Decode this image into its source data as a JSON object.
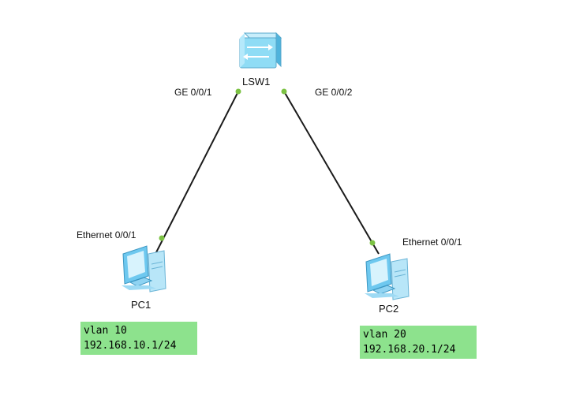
{
  "colors": {
    "link": "#1a1a1a",
    "port_dot": "#7cc243",
    "note_bg": "#8de28d",
    "switch_body": "#8fdcf5",
    "pc_body": "#6ec8ef"
  },
  "devices": {
    "switch": {
      "name": "LSW1",
      "icon": "switch-icon"
    },
    "pc1": {
      "name": "PC1",
      "icon": "pc-icon"
    },
    "pc2": {
      "name": "PC2",
      "icon": "pc-icon"
    }
  },
  "links": [
    {
      "from": "LSW1",
      "from_port": "GE 0/0/1",
      "to": "PC1",
      "to_port": "Ethernet 0/0/1"
    },
    {
      "from": "LSW1",
      "from_port": "GE 0/0/2",
      "to": "PC2",
      "to_port": "Ethernet 0/0/1"
    }
  ],
  "notes": {
    "pc1": {
      "line1": "vlan 10",
      "line2": "192.168.10.1/24"
    },
    "pc2": {
      "line1": "vlan 20",
      "line2": "192.168.20.1/24"
    }
  }
}
